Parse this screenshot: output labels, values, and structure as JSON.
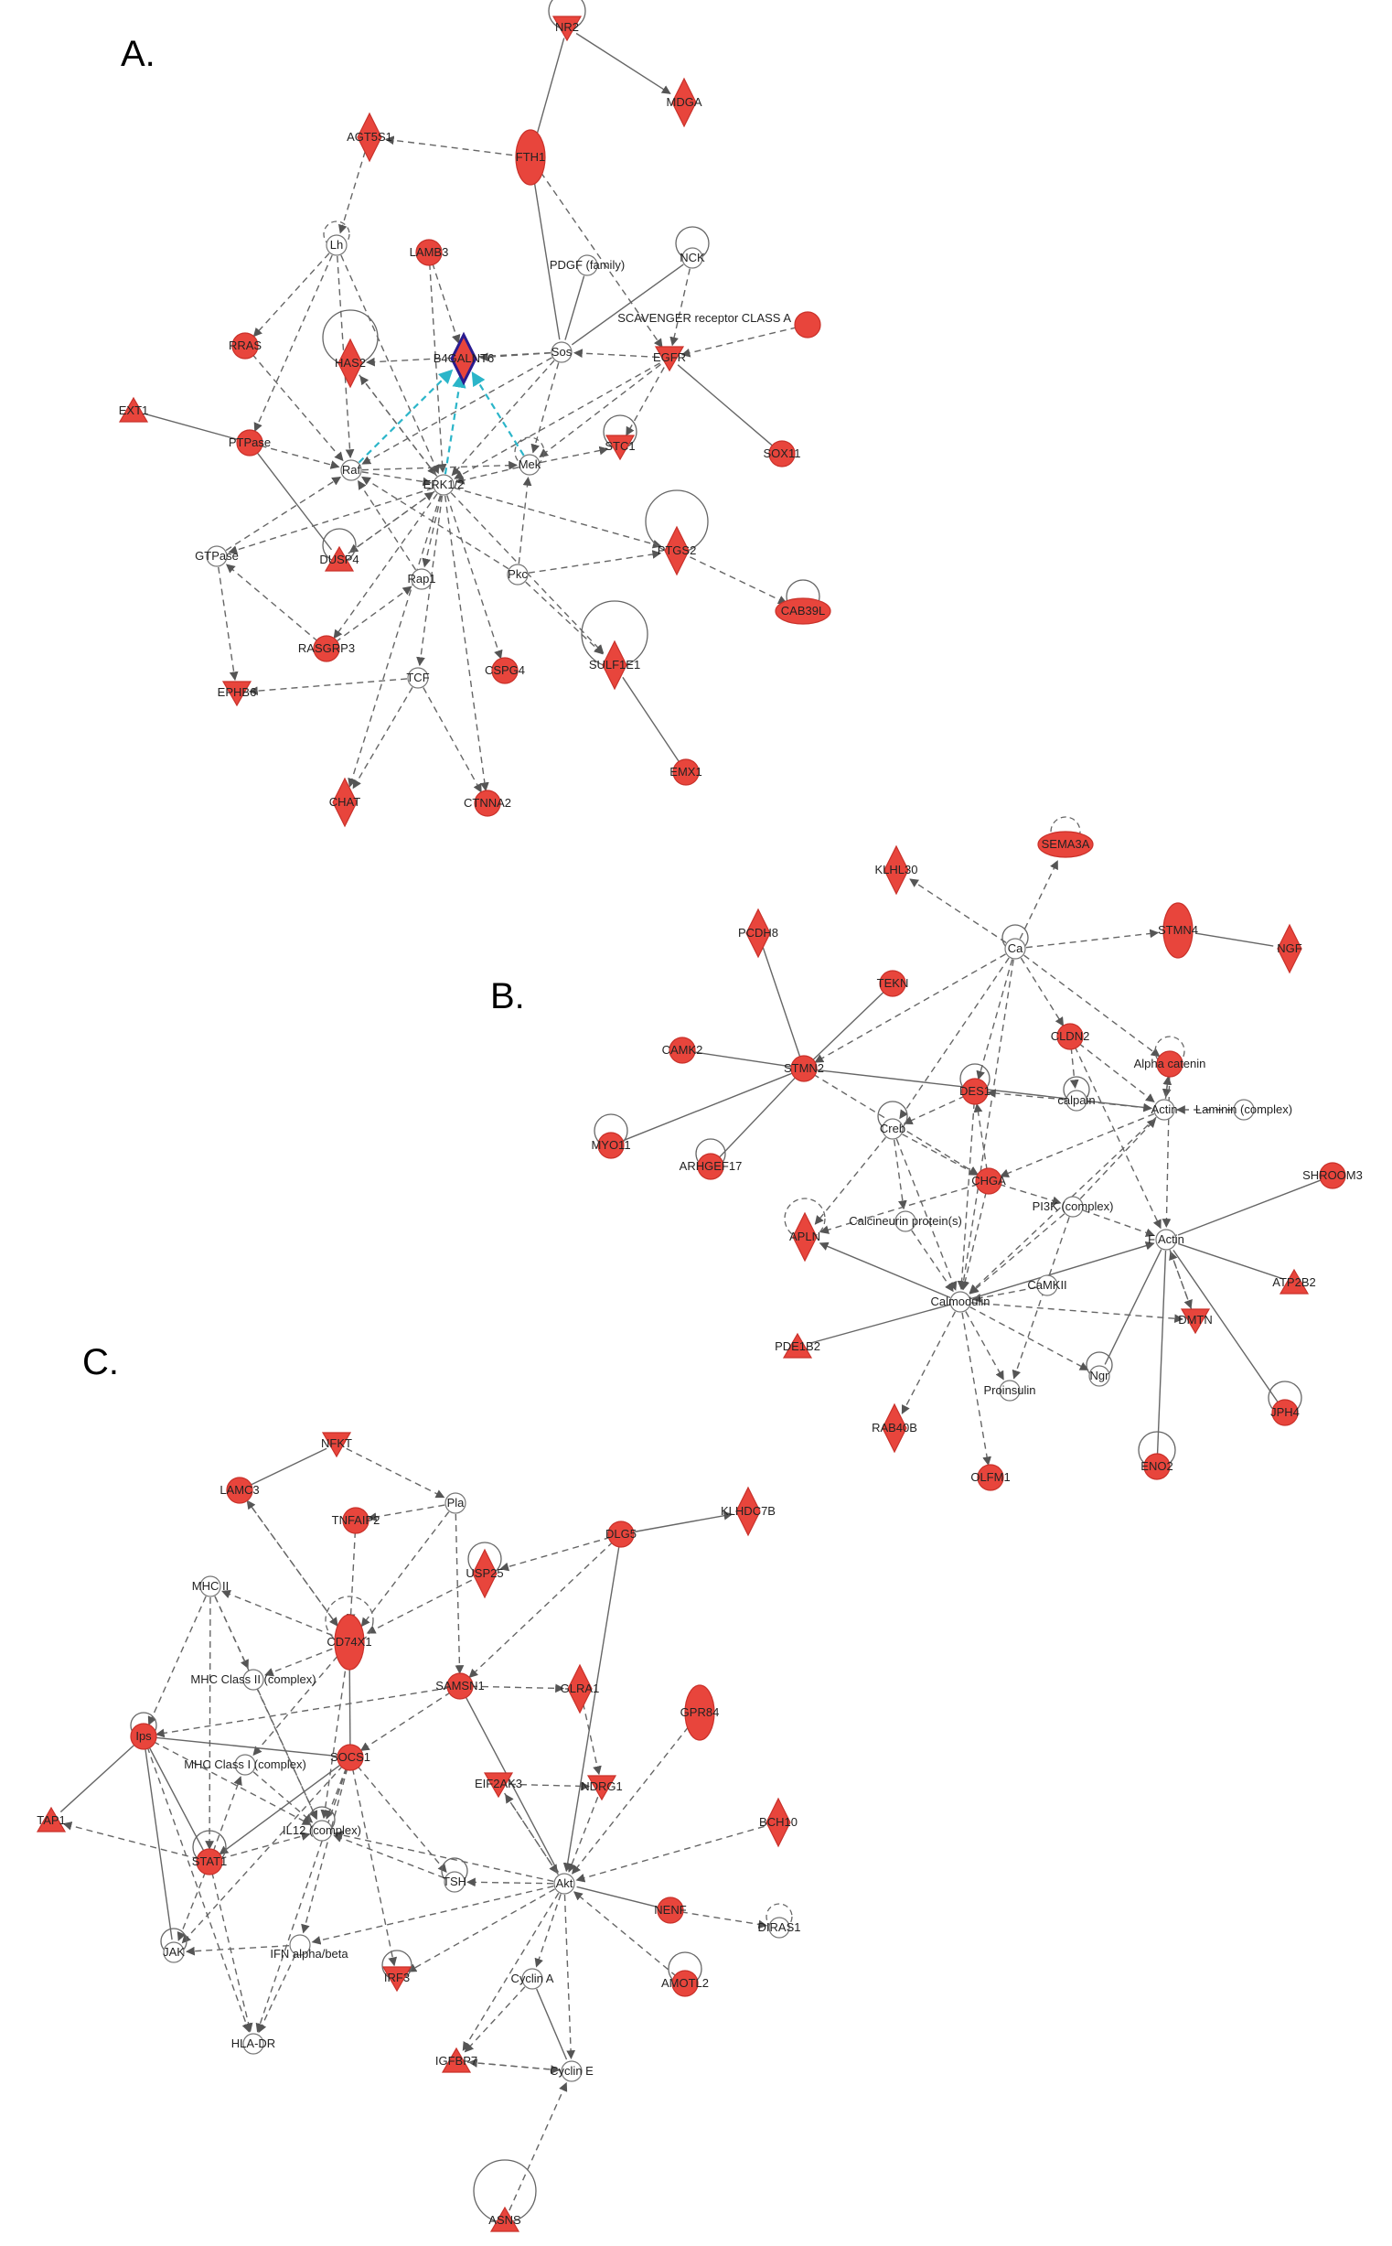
{
  "colors": {
    "red": "#e8453c",
    "white_node": "#ffffff",
    "edge": "#666666",
    "highlight_edge": "#2bb5c9",
    "highlight_stroke": "#2a1b8f"
  },
  "panels": [
    {
      "label": "A.",
      "nodes": [
        {
          "id": "NR2",
          "label": "NR2",
          "shape": "tri-down",
          "color": "red"
        },
        {
          "id": "MDGA",
          "label": "MDGA",
          "shape": "diamond",
          "color": "red"
        },
        {
          "id": "AGT",
          "label": "AGT5S1",
          "shape": "diamond",
          "color": "red"
        },
        {
          "id": "FTH",
          "label": "FTH1",
          "shape": "ellipse",
          "color": "red"
        },
        {
          "id": "Lh",
          "label": "Lh",
          "shape": "circle",
          "color": "white"
        },
        {
          "id": "LAMB",
          "label": "LAMB3",
          "shape": "circle",
          "color": "red"
        },
        {
          "id": "PDGF",
          "label": "PDGF (family)",
          "shape": "circle",
          "color": "white"
        },
        {
          "id": "NCK",
          "label": "NCK",
          "shape": "circle",
          "color": "white"
        },
        {
          "id": "SCAV",
          "label": "SCAVENGER receptor CLASS A",
          "shape": "circle",
          "color": "red"
        },
        {
          "id": "RRAS",
          "label": "RRAS",
          "shape": "circle",
          "color": "red"
        },
        {
          "id": "HAS",
          "label": "HAS2",
          "shape": "diamond",
          "color": "red"
        },
        {
          "id": "B4GA",
          "label": "B4GALNT6",
          "shape": "diamond",
          "color": "red",
          "highlight": true
        },
        {
          "id": "Sos",
          "label": "Sos",
          "shape": "circle",
          "color": "white"
        },
        {
          "id": "EGFR",
          "label": "EGFR",
          "shape": "tri-down",
          "color": "red"
        },
        {
          "id": "EXT",
          "label": "EXT1",
          "shape": "tri-up",
          "color": "red"
        },
        {
          "id": "PTPase",
          "label": "PTPase",
          "shape": "circle",
          "color": "red"
        },
        {
          "id": "STC",
          "label": "STC1",
          "shape": "tri-down",
          "color": "red"
        },
        {
          "id": "SOX",
          "label": "SOX11",
          "shape": "circle",
          "color": "red"
        },
        {
          "id": "Raf",
          "label": "Raf",
          "shape": "circle",
          "color": "white"
        },
        {
          "id": "ERK",
          "label": "ERK1/2",
          "shape": "circle",
          "color": "white"
        },
        {
          "id": "Mek",
          "label": "Mek",
          "shape": "circle",
          "color": "white"
        },
        {
          "id": "GTPase",
          "label": "GTPase",
          "shape": "circle",
          "color": "white"
        },
        {
          "id": "DUSP",
          "label": "DUSP4",
          "shape": "tri-up",
          "color": "red"
        },
        {
          "id": "Rap",
          "label": "Rap1",
          "shape": "circle",
          "color": "white"
        },
        {
          "id": "Pkc",
          "label": "Pkc",
          "shape": "circle",
          "color": "white"
        },
        {
          "id": "PTGS",
          "label": "PTGS2",
          "shape": "diamond",
          "color": "red"
        },
        {
          "id": "CAB",
          "label": "CAB39L",
          "shape": "ellipse-flat",
          "color": "red"
        },
        {
          "id": "RASA",
          "label": "RASGRP3",
          "shape": "circle",
          "color": "red"
        },
        {
          "id": "TCF",
          "label": "TCF",
          "shape": "circle",
          "color": "white"
        },
        {
          "id": "CSPG",
          "label": "CSPG4",
          "shape": "circle",
          "color": "red"
        },
        {
          "id": "SULF",
          "label": "SULF1E1",
          "shape": "diamond",
          "color": "red"
        },
        {
          "id": "EPHB",
          "label": "EPHB6",
          "shape": "tri-down",
          "color": "red"
        },
        {
          "id": "EMX",
          "label": "EMX1",
          "shape": "circle",
          "color": "red"
        },
        {
          "id": "CHAT",
          "label": "CHAT",
          "shape": "diamond",
          "color": "red"
        },
        {
          "id": "CTNNA",
          "label": "CTNNA2",
          "shape": "circle",
          "color": "red"
        }
      ]
    },
    {
      "label": "B.",
      "nodes": [
        {
          "id": "KLHL",
          "label": "KLHL30",
          "shape": "diamond",
          "color": "red"
        },
        {
          "id": "SEMA",
          "label": "SEMA3A",
          "shape": "ellipse-flat",
          "color": "red"
        },
        {
          "id": "PCDH",
          "label": "PCDH8",
          "shape": "diamond",
          "color": "red"
        },
        {
          "id": "Ca",
          "label": "Ca",
          "shape": "circle",
          "color": "white"
        },
        {
          "id": "STMN4",
          "label": "STMN4",
          "shape": "ellipse",
          "color": "red"
        },
        {
          "id": "NGF",
          "label": "NGF",
          "shape": "diamond",
          "color": "red"
        },
        {
          "id": "TEKN",
          "label": "TEKN",
          "shape": "circle",
          "color": "red"
        },
        {
          "id": "CAMK2",
          "label": "CAMK2",
          "shape": "circle",
          "color": "red"
        },
        {
          "id": "CLDN",
          "label": "CLDN2",
          "shape": "circle",
          "color": "red"
        },
        {
          "id": "STMN",
          "label": "STMN2",
          "shape": "circle",
          "color": "red"
        },
        {
          "id": "Alpha",
          "label": "Alpha catenin",
          "shape": "circle",
          "color": "red"
        },
        {
          "id": "DES",
          "label": "DES1",
          "shape": "circle",
          "color": "red"
        },
        {
          "id": "calpain",
          "label": "calpain",
          "shape": "circle",
          "color": "white"
        },
        {
          "id": "MYO",
          "label": "MYO11",
          "shape": "circle",
          "color": "red"
        },
        {
          "id": "ARHGEF",
          "label": "ARHGEF17",
          "shape": "circle",
          "color": "red"
        },
        {
          "id": "Creb",
          "label": "Creb",
          "shape": "circle",
          "color": "white"
        },
        {
          "id": "Actin",
          "label": "Actin",
          "shape": "circle",
          "color": "white"
        },
        {
          "id": "Lam",
          "label": "Laminin (complex)",
          "shape": "circle",
          "color": "white"
        },
        {
          "id": "SHR",
          "label": "SHROOM3",
          "shape": "circle",
          "color": "red"
        },
        {
          "id": "CHGA",
          "label": "CHGA",
          "shape": "circle",
          "color": "red"
        },
        {
          "id": "APLN",
          "label": "APLN",
          "shape": "diamond",
          "color": "red"
        },
        {
          "id": "CalcB",
          "label": "Calcineurin protein(s)",
          "shape": "circle",
          "color": "white"
        },
        {
          "id": "PI3K",
          "label": "PI3K (complex)",
          "shape": "circle",
          "color": "white"
        },
        {
          "id": "FActin",
          "label": "F Actin",
          "shape": "circle",
          "color": "white"
        },
        {
          "id": "ATP",
          "label": "ATP2B2",
          "shape": "tri-up",
          "color": "red"
        },
        {
          "id": "CaMKII",
          "label": "CaMKII",
          "shape": "circle",
          "color": "white"
        },
        {
          "id": "Calmodulin",
          "label": "Calmodulin",
          "shape": "circle",
          "color": "white"
        },
        {
          "id": "DMTN",
          "label": "DMTN",
          "shape": "tri-down",
          "color": "red"
        },
        {
          "id": "PDE",
          "label": "PDE1B2",
          "shape": "tri-up",
          "color": "red"
        },
        {
          "id": "Ngr",
          "label": "Ngr",
          "shape": "circle",
          "color": "white"
        },
        {
          "id": "Proinsulin",
          "label": "Proinsulin",
          "shape": "circle",
          "color": "white"
        },
        {
          "id": "JPH",
          "label": "JPH4",
          "shape": "circle",
          "color": "red"
        },
        {
          "id": "RAB",
          "label": "RAB40B",
          "shape": "diamond",
          "color": "red"
        },
        {
          "id": "OLFM",
          "label": "OLFM1",
          "shape": "circle",
          "color": "red"
        },
        {
          "id": "ENO",
          "label": "ENO2",
          "shape": "circle",
          "color": "red"
        }
      ]
    },
    {
      "label": "C.",
      "nodes": [
        {
          "id": "NFKT",
          "label": "NFKT",
          "shape": "tri-down",
          "color": "red"
        },
        {
          "id": "Pla",
          "label": "Pla",
          "shape": "circle",
          "color": "white"
        },
        {
          "id": "LAMC",
          "label": "LAMC3",
          "shape": "circle",
          "color": "red"
        },
        {
          "id": "TNFA",
          "label": "TNFAIP2",
          "shape": "circle",
          "color": "red"
        },
        {
          "id": "KLHDC",
          "label": "KLHDC7B",
          "shape": "diamond",
          "color": "red"
        },
        {
          "id": "DLG",
          "label": "DLG5",
          "shape": "circle",
          "color": "red"
        },
        {
          "id": "MHC",
          "label": "MHC II",
          "shape": "circle",
          "color": "white"
        },
        {
          "id": "USP",
          "label": "USP25",
          "shape": "diamond",
          "color": "red"
        },
        {
          "id": "CD74",
          "label": "CD74X1",
          "shape": "ellipse",
          "color": "red"
        },
        {
          "id": "MHCc",
          "label": "MHC Class II (complex)",
          "shape": "circle",
          "color": "white"
        },
        {
          "id": "SAMSN",
          "label": "SAMSN1",
          "shape": "circle",
          "color": "red"
        },
        {
          "id": "GLRA",
          "label": "GLRA1",
          "shape": "diamond",
          "color": "red"
        },
        {
          "id": "GPR",
          "label": "GPR84",
          "shape": "ellipse",
          "color": "red"
        },
        {
          "id": "Ips",
          "label": "Ips",
          "shape": "circle",
          "color": "red"
        },
        {
          "id": "MHCI",
          "label": "MHC Class I (complex)",
          "shape": "circle",
          "color": "white"
        },
        {
          "id": "SOCS",
          "label": "SOCS1",
          "shape": "circle",
          "color": "red"
        },
        {
          "id": "EIF",
          "label": "EIF2AK3",
          "shape": "tri-down",
          "color": "red"
        },
        {
          "id": "NDRG",
          "label": "NDRG1",
          "shape": "tri-down",
          "color": "red"
        },
        {
          "id": "TAP",
          "label": "TAP1",
          "shape": "tri-up",
          "color": "red"
        },
        {
          "id": "BCH",
          "label": "BCH10",
          "shape": "diamond",
          "color": "red"
        },
        {
          "id": "IL12",
          "label": "IL12 (complex)",
          "shape": "circle",
          "color": "white"
        },
        {
          "id": "STAT",
          "label": "STAT1",
          "shape": "circle",
          "color": "red"
        },
        {
          "id": "TSH",
          "label": "TSH",
          "shape": "circle",
          "color": "white"
        },
        {
          "id": "Akt",
          "label": "Akt",
          "shape": "circle",
          "color": "white"
        },
        {
          "id": "NENF",
          "label": "NENF",
          "shape": "circle",
          "color": "red"
        },
        {
          "id": "DIRAS",
          "label": "DIRAS1",
          "shape": "circle",
          "color": "white"
        },
        {
          "id": "JAK",
          "label": "JAK",
          "shape": "circle",
          "color": "white"
        },
        {
          "id": "IFN",
          "label": "IFN alpha/beta",
          "shape": "circle",
          "color": "white"
        },
        {
          "id": "IRF",
          "label": "IRF3",
          "shape": "tri-down",
          "color": "red"
        },
        {
          "id": "CycA",
          "label": "Cyclin A",
          "shape": "circle",
          "color": "white"
        },
        {
          "id": "AMOT",
          "label": "AMOTL2",
          "shape": "circle",
          "color": "red"
        },
        {
          "id": "HLA",
          "label": "HLA-DR",
          "shape": "circle",
          "color": "white"
        },
        {
          "id": "IGFBP",
          "label": "IGFBP7",
          "shape": "tri-up",
          "color": "red"
        },
        {
          "id": "CycE",
          "label": "Cyclin E",
          "shape": "circle",
          "color": "white"
        },
        {
          "id": "ASNS",
          "label": "ASNS",
          "shape": "tri-up",
          "color": "red"
        }
      ]
    }
  ]
}
